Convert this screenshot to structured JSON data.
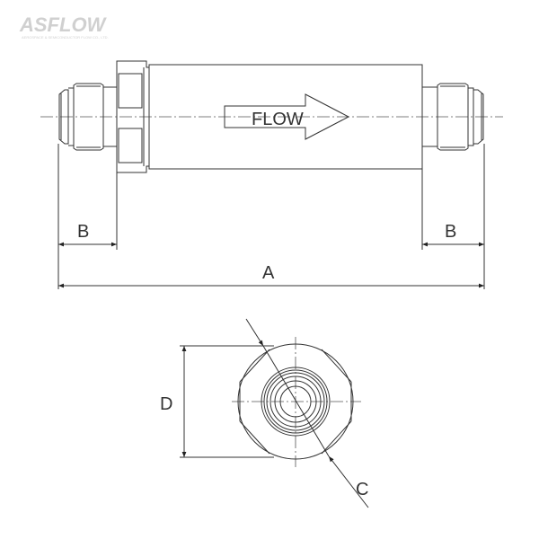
{
  "logo": {
    "name": "ASFLOW",
    "tagline": "AEROSPACE & SEMICONDUCTOR FLOW CO., LTD."
  },
  "drawing": {
    "flow_label": "FLOW",
    "dim_b": "B",
    "dim_a": "A",
    "dim_d": "D",
    "dim_c": "C"
  },
  "colors": {
    "line": "#333333",
    "logo": "#d0d0d0"
  }
}
